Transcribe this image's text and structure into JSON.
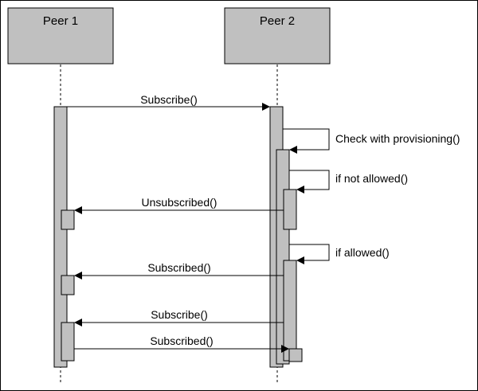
{
  "participants": [
    {
      "id": "peer1",
      "name": "Peer 1"
    },
    {
      "id": "peer2",
      "name": "Peer 2"
    }
  ],
  "messages": [
    {
      "label": "Subscribe()",
      "from": "peer1",
      "to": "peer2"
    },
    {
      "label": "Check with provisioning()",
      "from": "peer2",
      "to": "peer2",
      "self": true
    },
    {
      "label": "if not allowed()",
      "from": "peer2",
      "to": "peer2",
      "self": true
    },
    {
      "label": "Unsubscribed()",
      "from": "peer2",
      "to": "peer1"
    },
    {
      "label": "if allowed()",
      "from": "peer2",
      "to": "peer2",
      "self": true
    },
    {
      "label": "Subscribed()",
      "from": "peer2",
      "to": "peer1"
    },
    {
      "label": "Subscribe()",
      "from": "peer2",
      "to": "peer1"
    },
    {
      "label": "Subscribed()",
      "from": "peer1",
      "to": "peer2"
    }
  ]
}
